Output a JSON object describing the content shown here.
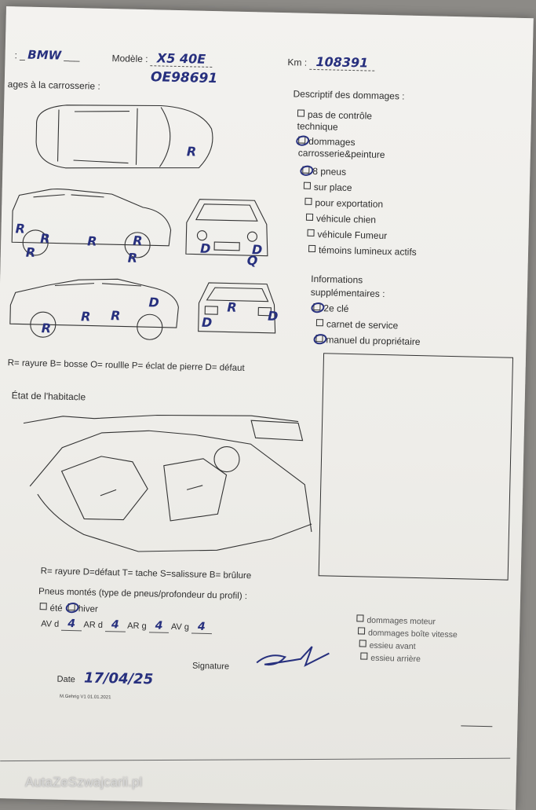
{
  "header": {
    "brand_value": "BMW",
    "model_label": "Modèle :",
    "model_value": "X5 40E",
    "km_label": "Km :",
    "km_value": "108391",
    "plate_value": "OE98691"
  },
  "body_damage": {
    "title": "ages à la carrosserie :",
    "markers": [
      "R",
      "R",
      "R",
      "R",
      "R",
      "R",
      "R",
      "D",
      "D",
      "Q",
      "R",
      "R",
      "R",
      "D",
      "R",
      "D",
      "D"
    ]
  },
  "damage_desc": {
    "title": "Descriptif des dommages :",
    "items": [
      {
        "label": "pas de contrôle technique",
        "checked": false
      },
      {
        "label": "dommages carrosserie&peinture",
        "checked": true
      },
      {
        "label": "8 pneus",
        "checked": true
      },
      {
        "label": "sur place",
        "checked": false
      },
      {
        "label": "pour exportation",
        "checked": false
      },
      {
        "label": "véhicule chien",
        "checked": false
      },
      {
        "label": "véhicule Fumeur",
        "checked": false
      },
      {
        "label": "témoins lumineux actifs",
        "checked": false
      }
    ]
  },
  "extra_info": {
    "title": "Informations supplémentaires :",
    "items": [
      {
        "label": "2e clé",
        "checked": true
      },
      {
        "label": "carnet de service",
        "checked": false
      },
      {
        "label": "manuel du propriétaire",
        "checked": true
      }
    ]
  },
  "legend_body": "R= rayure B= bosse O= roullle P= éclat de pierre D= défaut",
  "interior": {
    "title": "État de l'habitacle",
    "legend": "R= rayure D=défaut T= tache S=salissure B= brûlure"
  },
  "tires": {
    "title": "Pneus montés (type de pneus/profondeur du profil) :",
    "ete_label": "été",
    "hiver_label": "hiver",
    "ete_checked": false,
    "hiver_checked": true,
    "avd_label": "AV d",
    "avd_value": "4",
    "ard_label": "AR d",
    "ard_value": "4",
    "arg_label": "AR g",
    "arg_value": "4",
    "avg_label": "AV g",
    "avg_value": "4"
  },
  "mech_damage": {
    "items": [
      "dommages moteur",
      "dommages boîte vitesse",
      "essieu avant",
      "essieu arrière"
    ]
  },
  "footer": {
    "date_label": "Date",
    "date_value": "17/04/25",
    "signature_label": "Signature",
    "form_ref": "M.Gehrig V1 01.01.2021"
  },
  "watermark": "AutaZeSzwajcarii.pl"
}
